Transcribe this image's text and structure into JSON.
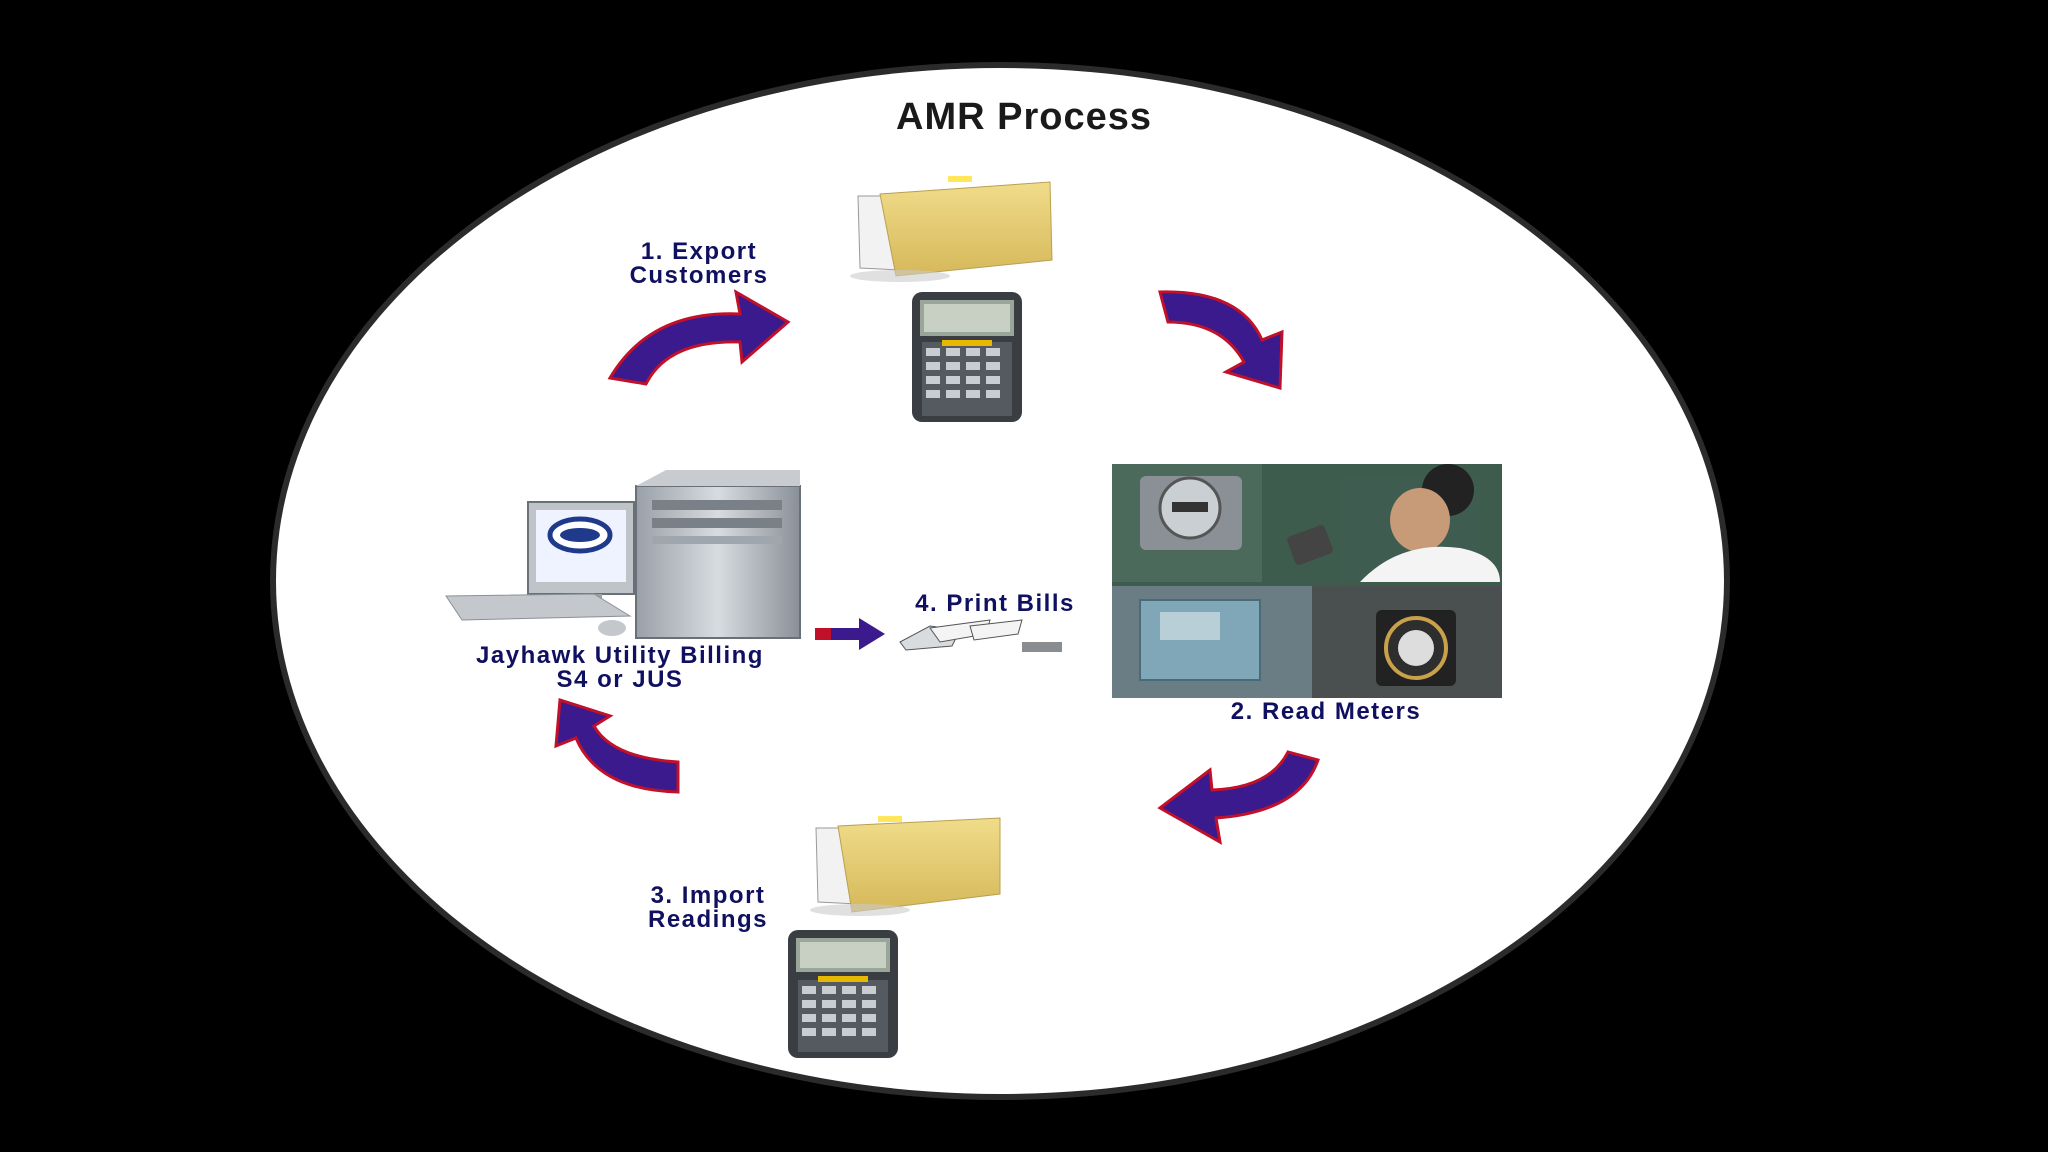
{
  "title": "AMR Process",
  "steps": {
    "export": {
      "line1": "1.  Export",
      "line2": "Customers"
    },
    "read": {
      "line1": "2.  Read Meters"
    },
    "import": {
      "line1": "3.  Import",
      "line2": "Readings"
    },
    "print": {
      "line1": "4. Print Bills"
    }
  },
  "system": {
    "line1": "Jayhawk Utility Billing",
    "line2": "S4 or JUS"
  },
  "colors": {
    "arrow": "#3a1a8c",
    "arrow_edge": "#c0102a",
    "background": "#000000",
    "oval": "#ffffff",
    "text": "#101060"
  }
}
